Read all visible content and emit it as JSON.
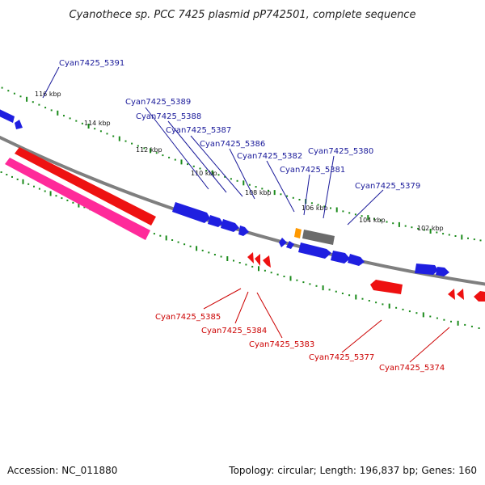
{
  "title": "Cyanothece sp. PCC 7425 plasmid pP742501, complete sequence",
  "footer": {
    "accession": "Accession: NC_011880",
    "summary": "Topology: circular; Length: 196,837 bp; Genes: 160"
  },
  "colors": {
    "backbone": "#7f7f7f",
    "forward_gene": "#1f1fe0",
    "reverse_gene": "#ee1111",
    "pink_feature": "#ff2a9a",
    "orange_feature": "#ff9900",
    "gray_feature": "#6b6b6b",
    "ticks": "#1a8a1a",
    "label_blue": "#1a1a9a",
    "label_red": "#cc0000"
  },
  "kbp_labels": [
    "116 kbp",
    "114 kbp",
    "112 kbp",
    "110 kbp",
    "108 kbp",
    "106 kbp",
    "104 kbp",
    "102 kbp"
  ],
  "forward_labels": [
    "Cyan7425_5391",
    "Cyan7425_5389",
    "Cyan7425_5388",
    "Cyan7425_5387",
    "Cyan7425_5386",
    "Cyan7425_5382",
    "Cyan7425_5381",
    "Cyan7425_5380",
    "Cyan7425_5379"
  ],
  "reverse_labels": [
    "Cyan7425_5385",
    "Cyan7425_5384",
    "Cyan7425_5383",
    "Cyan7425_5377",
    "Cyan7425_5374"
  ]
}
